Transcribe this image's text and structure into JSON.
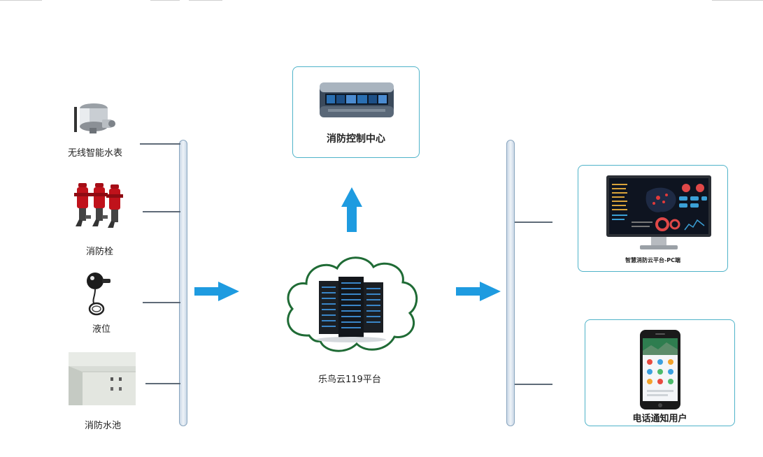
{
  "devices": [
    {
      "label": "无线智能水表",
      "icon": "water-meter-icon"
    },
    {
      "label": "消防栓",
      "icon": "fire-hydrant-icon"
    },
    {
      "label": "液位",
      "icon": "level-sensor-icon"
    },
    {
      "label": "消防水池",
      "icon": "water-tank-icon"
    }
  ],
  "control_center": {
    "label": "消防控制中心",
    "icon": "control-room-icon"
  },
  "platform": {
    "label": "乐鸟云119平台",
    "icon": "cloud-server-icon"
  },
  "outputs": [
    {
      "label": "智慧消防云平台-PC端",
      "icon": "monitor-dashboard-icon"
    },
    {
      "label": "电话通知用户",
      "icon": "smartphone-app-icon"
    }
  ],
  "colors": {
    "arrow": "#1e9be0",
    "cloud_outline": "#1f6b35",
    "card_border": "#4fb3c9",
    "bus_border": "#8aa6bf",
    "red": "#c0121b"
  }
}
